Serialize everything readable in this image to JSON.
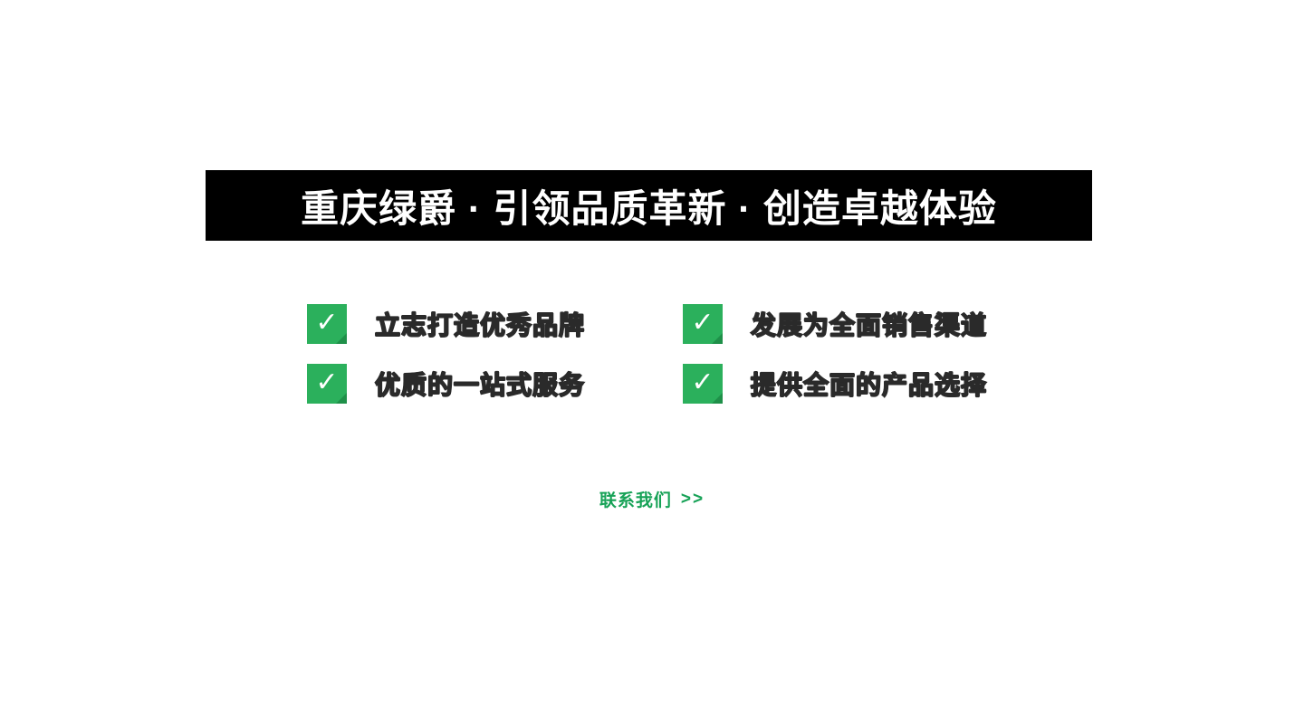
{
  "banner": {
    "title": "重庆绿爵 · 引领品质革新 · 创造卓越体验",
    "bg_color": "#000000",
    "text_color": "#ffffff"
  },
  "features": [
    {
      "label": "立志打造优秀品牌"
    },
    {
      "label": "发展为全面销售渠道"
    },
    {
      "label": "优质的一站式服务"
    },
    {
      "label": "提供全面的产品选择"
    }
  ],
  "icons": {
    "check": "✓",
    "check_bg_color": "#2bb05c"
  },
  "cta": {
    "label": "联系我们",
    "arrow": ">>",
    "color": "#17a257"
  }
}
